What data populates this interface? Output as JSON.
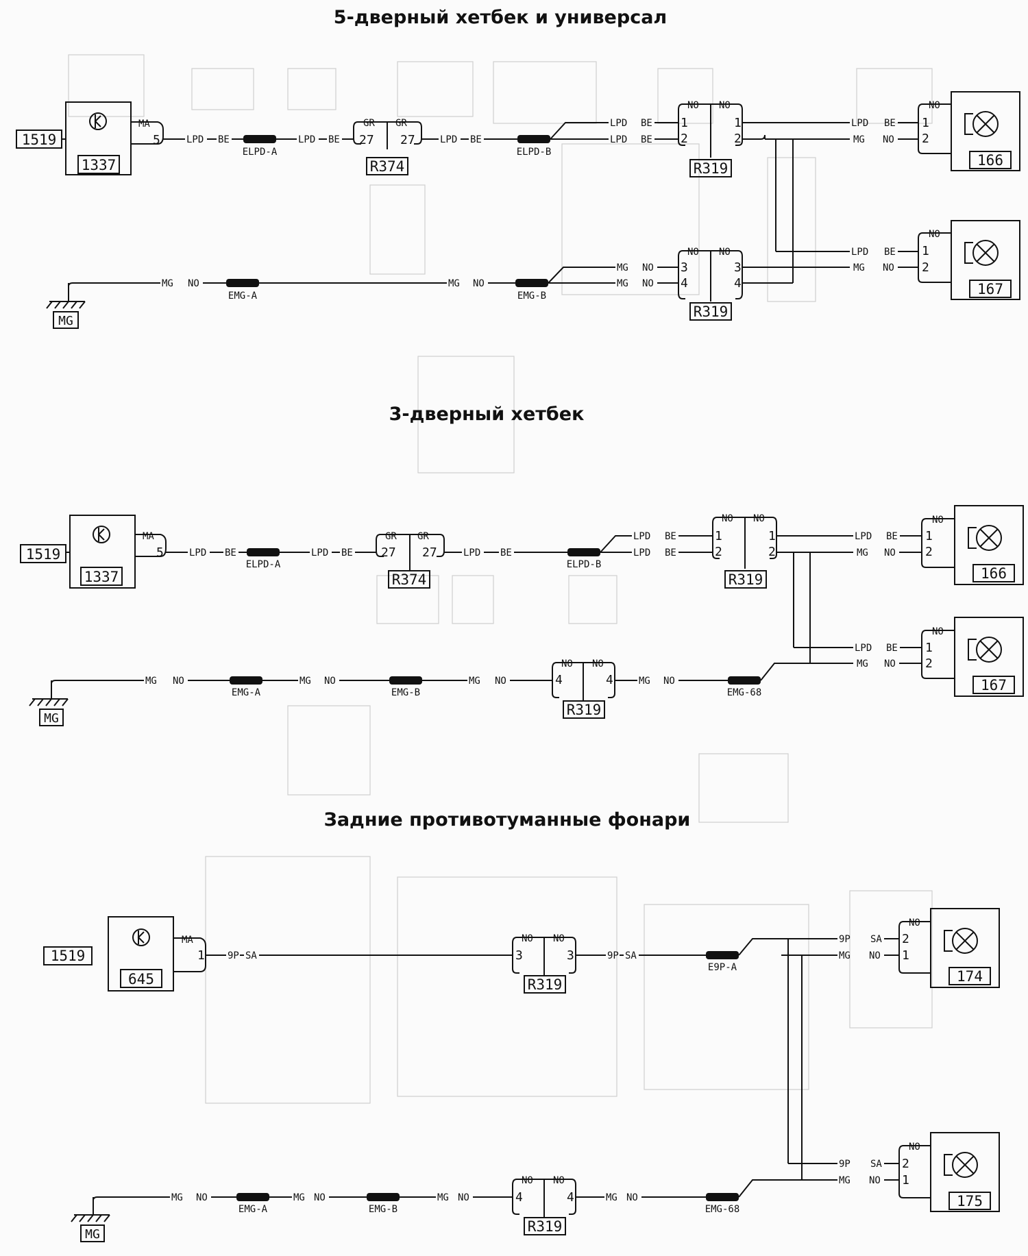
{
  "sections": [
    {
      "title": "5-дверный хетбек и универсал"
    },
    {
      "title": "3-дверный хетбек"
    },
    {
      "title": "Задние противотуманные фонари"
    }
  ],
  "refs": {
    "feed": "1519",
    "ground": "MG",
    "switch": "1337",
    "switch_fog": "645",
    "conn_r374": "R374",
    "conn_r319": "R319",
    "lamp_166": "166",
    "lamp_167": "167",
    "lamp_174": "174",
    "lamp_175": "175"
  },
  "wires": {
    "ma": "MA",
    "lpd": "LPD",
    "be": "BE",
    "mg": "MG",
    "no": "NO",
    "gr": "GR",
    "sp": "9P",
    "sa": "SA"
  },
  "splices": {
    "elpd_a": "ELPD-A",
    "elpd_b": "ELPD-B",
    "emg_a": "EMG-A",
    "emg_b": "EMG-B",
    "emg_68": "EMG-68",
    "e9p_a": "E9P-A"
  },
  "pins": {
    "p1": "1",
    "p2": "2",
    "p3": "3",
    "p4": "4",
    "p5": "5",
    "p27": "27"
  },
  "icons": {
    "switch": "switch-icon",
    "lamp": "lamp-icon",
    "ground": "ground-icon"
  }
}
